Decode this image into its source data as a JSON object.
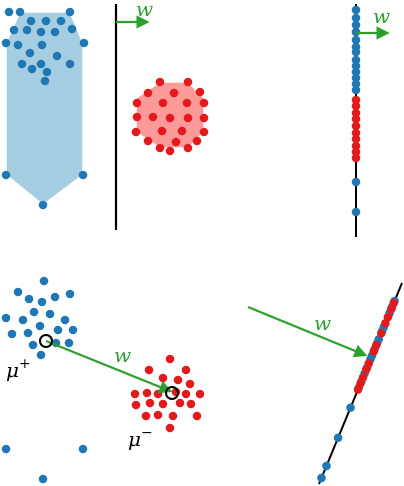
{
  "colors": {
    "class_a": "#1f77b4",
    "class_a_hull": "#a6cee3",
    "class_b": "#e31a1c",
    "class_b_hull": "#fb9a99",
    "vector": "#2ca02c",
    "line": "#000000"
  },
  "labels": {
    "w_top_left": "w",
    "w_top_right": "w",
    "w_bottom_left": "w",
    "w_bottom_right": "w",
    "mu_plus_base": "μ",
    "mu_plus_sup": "+",
    "mu_minus_base": "μ",
    "mu_minus_sup": "−"
  }
}
